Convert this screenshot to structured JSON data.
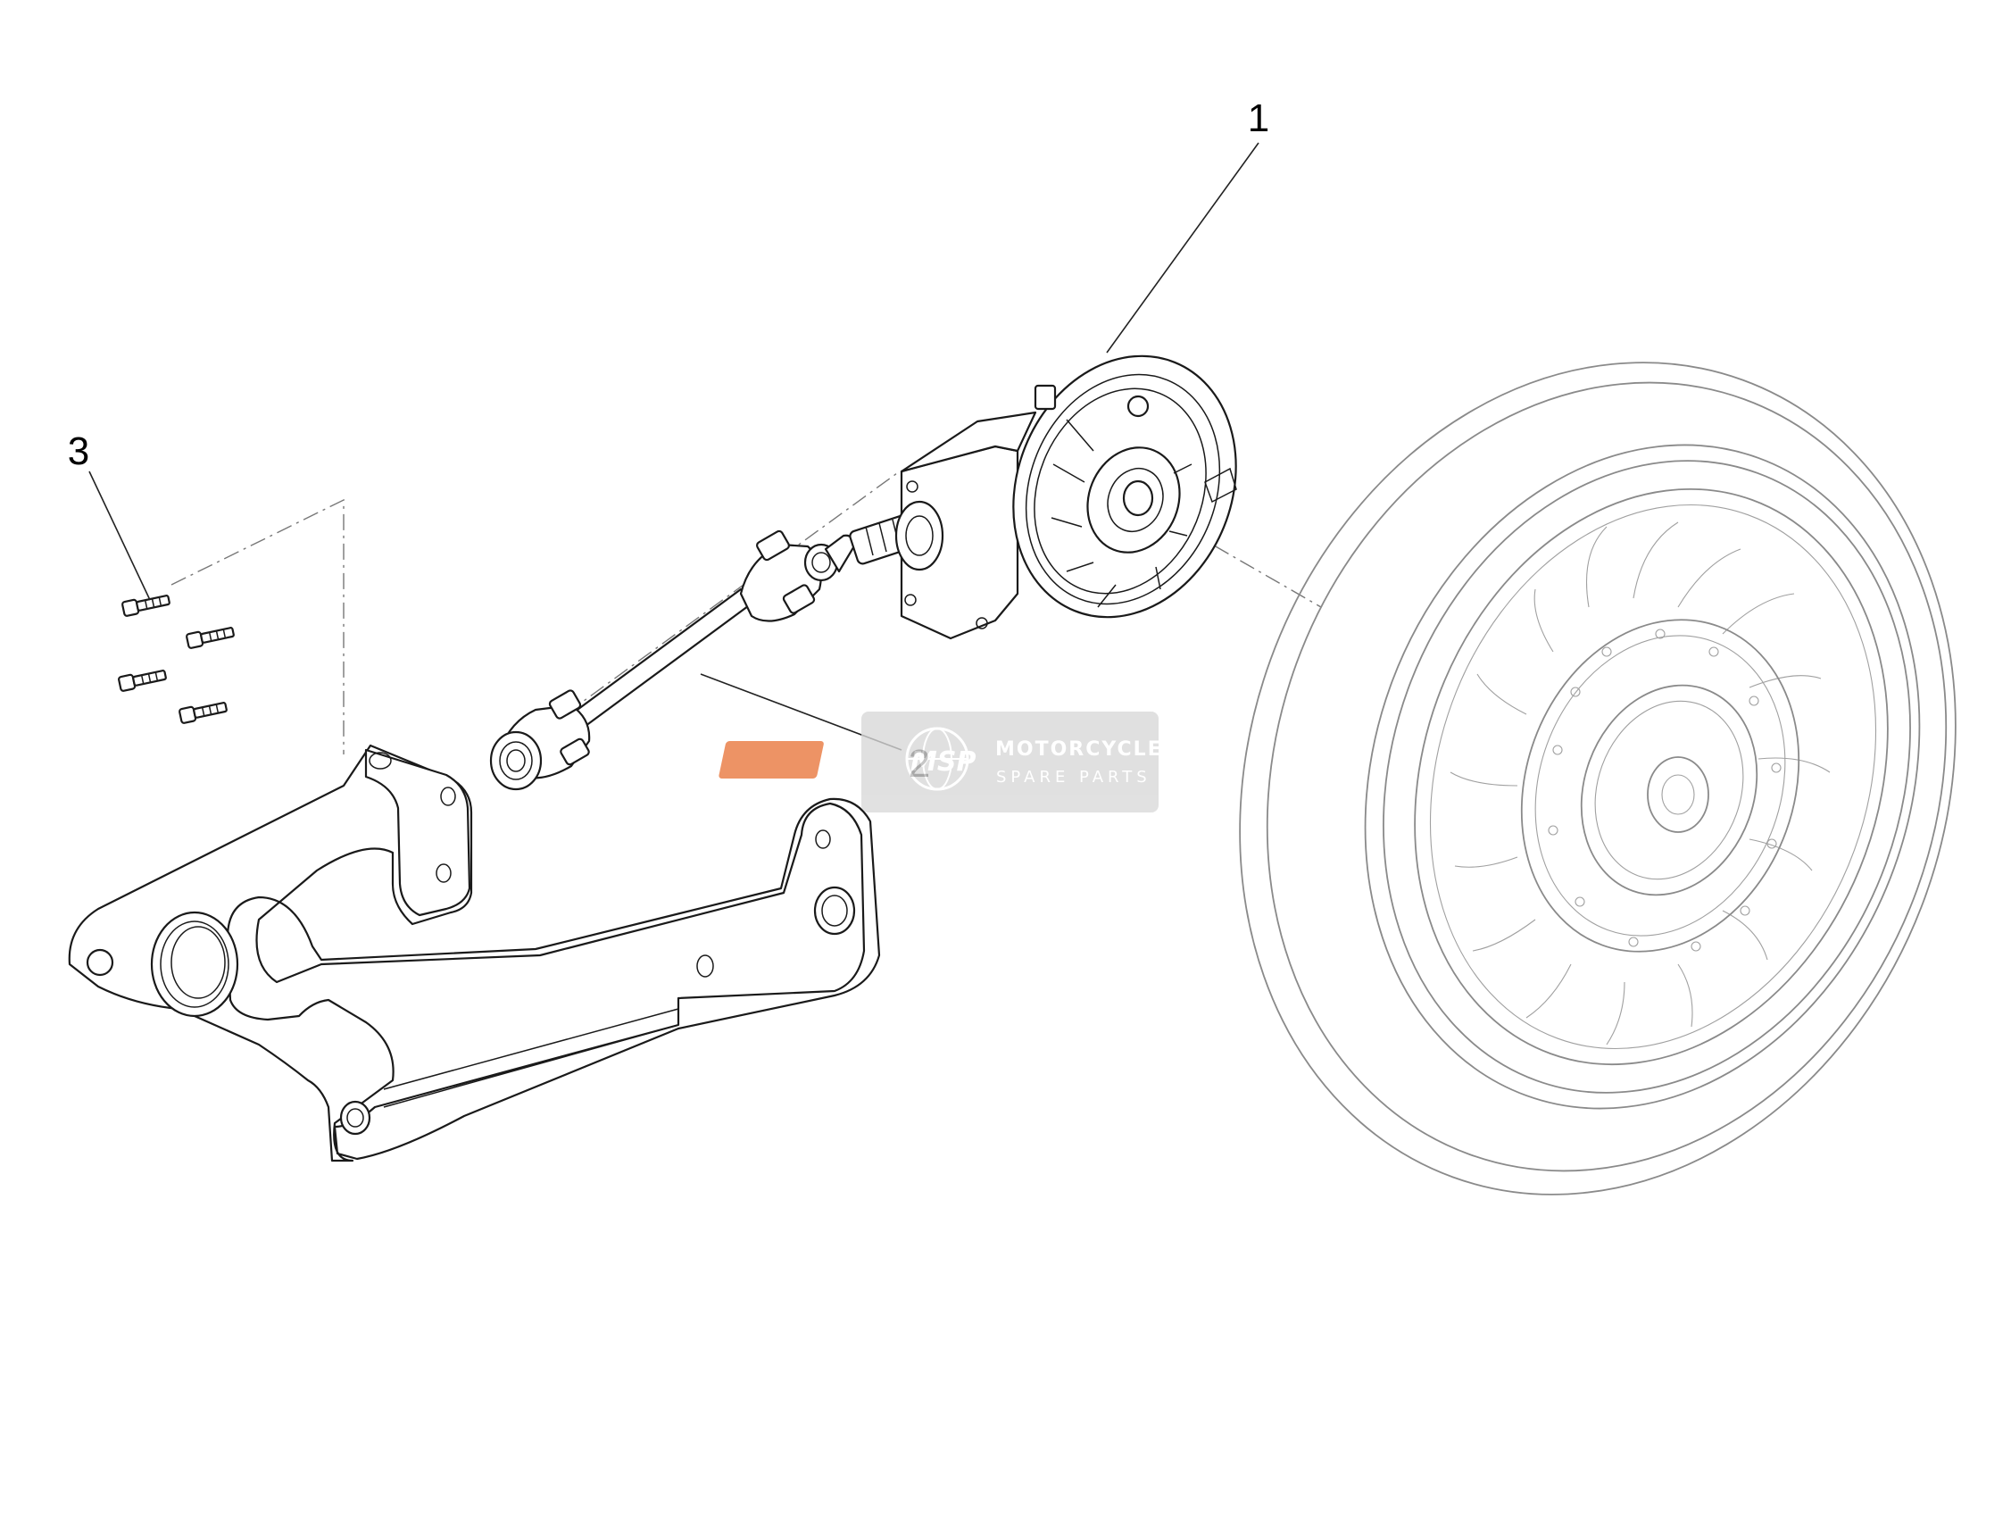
{
  "callouts": [
    {
      "id": "1",
      "label": "1",
      "part": "final-drive"
    },
    {
      "id": "2",
      "label": "2",
      "part": "cardan-shaft"
    },
    {
      "id": "3",
      "label": "3",
      "part": "screws"
    }
  ],
  "watermark": {
    "logo_text": "MSP",
    "title": "MOTORCYCLE",
    "subtitle": "SPARE PARTS",
    "accent_color": "#e8763a",
    "box_color": "#d8d8d8",
    "text_color": "#ffffff"
  },
  "colors": {
    "line": "#1a1a1a",
    "wheel_line": "#8a8a8a",
    "background": "#ffffff"
  }
}
